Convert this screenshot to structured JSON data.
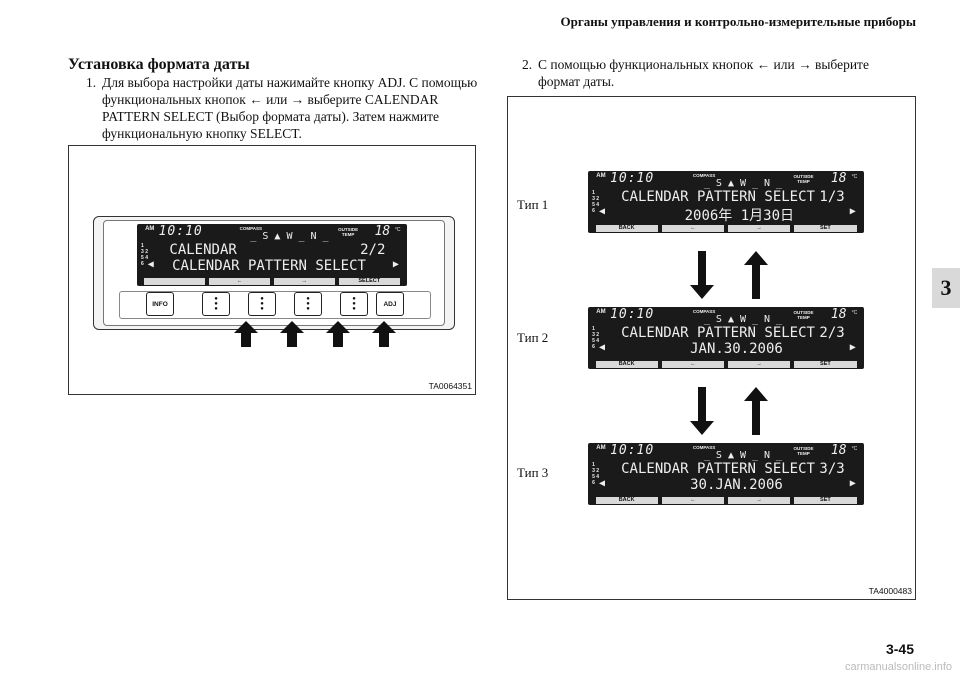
{
  "header": "Органы управления и контрольно-измерительные приборы",
  "section_title": "Установка формата даты",
  "steps": [
    {
      "num": "1.",
      "text": "Для выбора настройки даты нажимайте кнопку ADJ. С помощью функциональных кнопок ← или → выберите CALENDAR PATTERN SELECT (Выбор формата даты). Затем нажмите функциональную кнопку SELECT."
    },
    {
      "num": "2.",
      "text": "С помощью функциональных кнопок ← или → выберите формат даты."
    }
  ],
  "figure1": {
    "code": "TA0064351",
    "display": {
      "am": "AM",
      "clock": "10:10",
      "compass_label": "COMPASS",
      "compass": "_S▲W_N_",
      "outside_label": "OUTSIDE TEMP",
      "temp": "18",
      "temp_unit": "°C",
      "presets": [
        "1",
        "2",
        "3",
        "4",
        "5",
        "6"
      ],
      "line1": "CALENDAR",
      "line1_page": "2/2",
      "line2": "CALENDAR PATTERN SELECT",
      "softkeys": [
        "",
        "←",
        "→",
        "SELECT"
      ]
    },
    "buttons": [
      "INFO",
      "",
      "",
      "",
      "",
      "ADJ"
    ]
  },
  "figure2": {
    "code": "TA4000483",
    "types": [
      {
        "label": "Тип 1",
        "line1": "CALENDAR PATTERN SELECT",
        "page": "1/3",
        "line2": "2006年 1月30日"
      },
      {
        "label": "Тип 2",
        "line1": "CALENDAR PATTERN SELECT",
        "page": "2/3",
        "line2": "JAN.30.2006"
      },
      {
        "label": "Тип 3",
        "line1": "CALENDAR PATTERN SELECT",
        "page": "3/3",
        "line2": "30.JAN.2006"
      }
    ],
    "softkeys": [
      "BACK",
      "←",
      "→",
      "SET"
    ]
  },
  "side_tab": "3",
  "page_number": "3-45",
  "watermark": "carmanualsonline.info"
}
